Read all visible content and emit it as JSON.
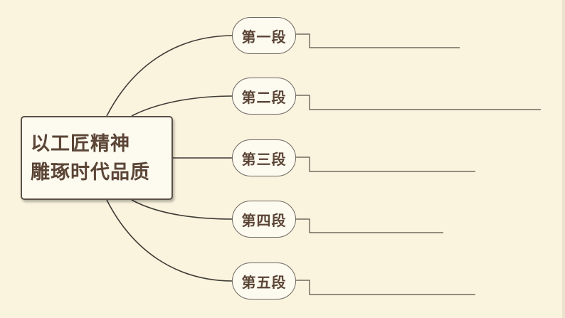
{
  "root": {
    "lines": [
      "以工匠精神",
      "雕琢时代品质"
    ]
  },
  "branches": [
    {
      "label": "第一段"
    },
    {
      "label": "第二段"
    },
    {
      "label": "第三段"
    },
    {
      "label": "第四段"
    },
    {
      "label": "第五段"
    }
  ],
  "colors": {
    "background": "#faf3dd",
    "text": "#5b4536",
    "line": "#3f3a36",
    "border": "#5a5048"
  }
}
